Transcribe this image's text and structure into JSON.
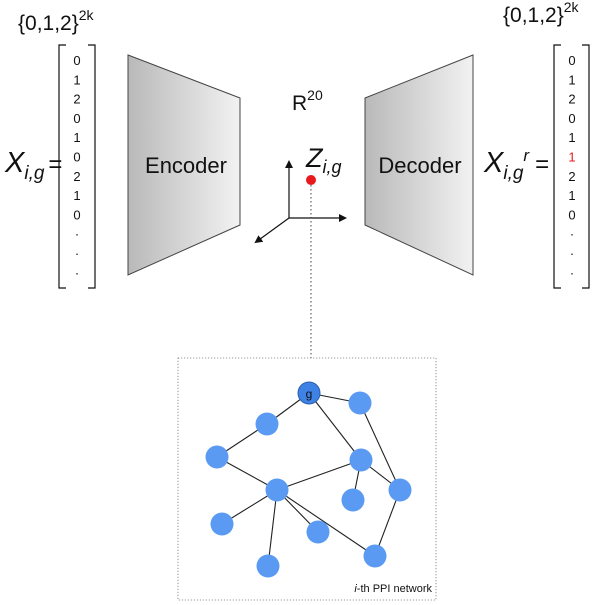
{
  "input": {
    "set_label": "{0,1,2}",
    "set_exponent": "2k",
    "symbol": "X",
    "subscript": "i,g",
    "equals": "=",
    "values": [
      "0",
      "1",
      "2",
      "0",
      "1",
      "0",
      "2",
      "1",
      "0",
      "·",
      "·",
      "·"
    ]
  },
  "encoder": {
    "label": "Encoder"
  },
  "latent": {
    "space": "R",
    "space_exponent": "20",
    "symbol": "Z",
    "subscript": "i,g",
    "point_color": "#e8191d"
  },
  "decoder": {
    "label": "Decoder"
  },
  "output": {
    "set_label": "{0,1,2}",
    "set_exponent": "2k",
    "symbol": "X",
    "subscript": "i,g",
    "superscript": "r",
    "equals": "=",
    "values": [
      "0",
      "1",
      "2",
      "0",
      "1",
      "1",
      "2",
      "1",
      "0",
      "·",
      "·",
      "·"
    ],
    "highlight_index": 5,
    "highlight_color": "#e8191d"
  },
  "network": {
    "caption_italic": "i",
    "caption_rest": "-th PPI network",
    "target_node_label": "g",
    "node_color": "#5b9af2",
    "target_node_color": "#3f82e6"
  }
}
